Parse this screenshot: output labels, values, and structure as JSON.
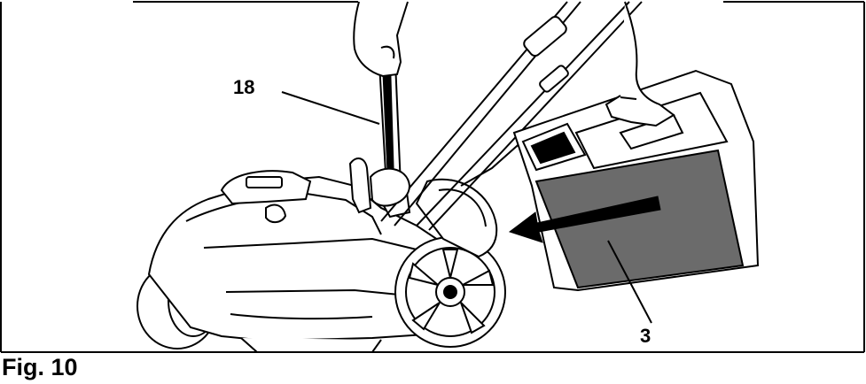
{
  "figure": {
    "caption": "Fig. 10",
    "callouts": [
      {
        "id": "18",
        "label": "18"
      },
      {
        "id": "3",
        "label": "3"
      }
    ],
    "colors": {
      "line": "#000000",
      "battery_panel": "#6b6b6b",
      "background": "#ffffff"
    },
    "icons": [
      "hand-icon",
      "arrow-left-icon"
    ]
  }
}
